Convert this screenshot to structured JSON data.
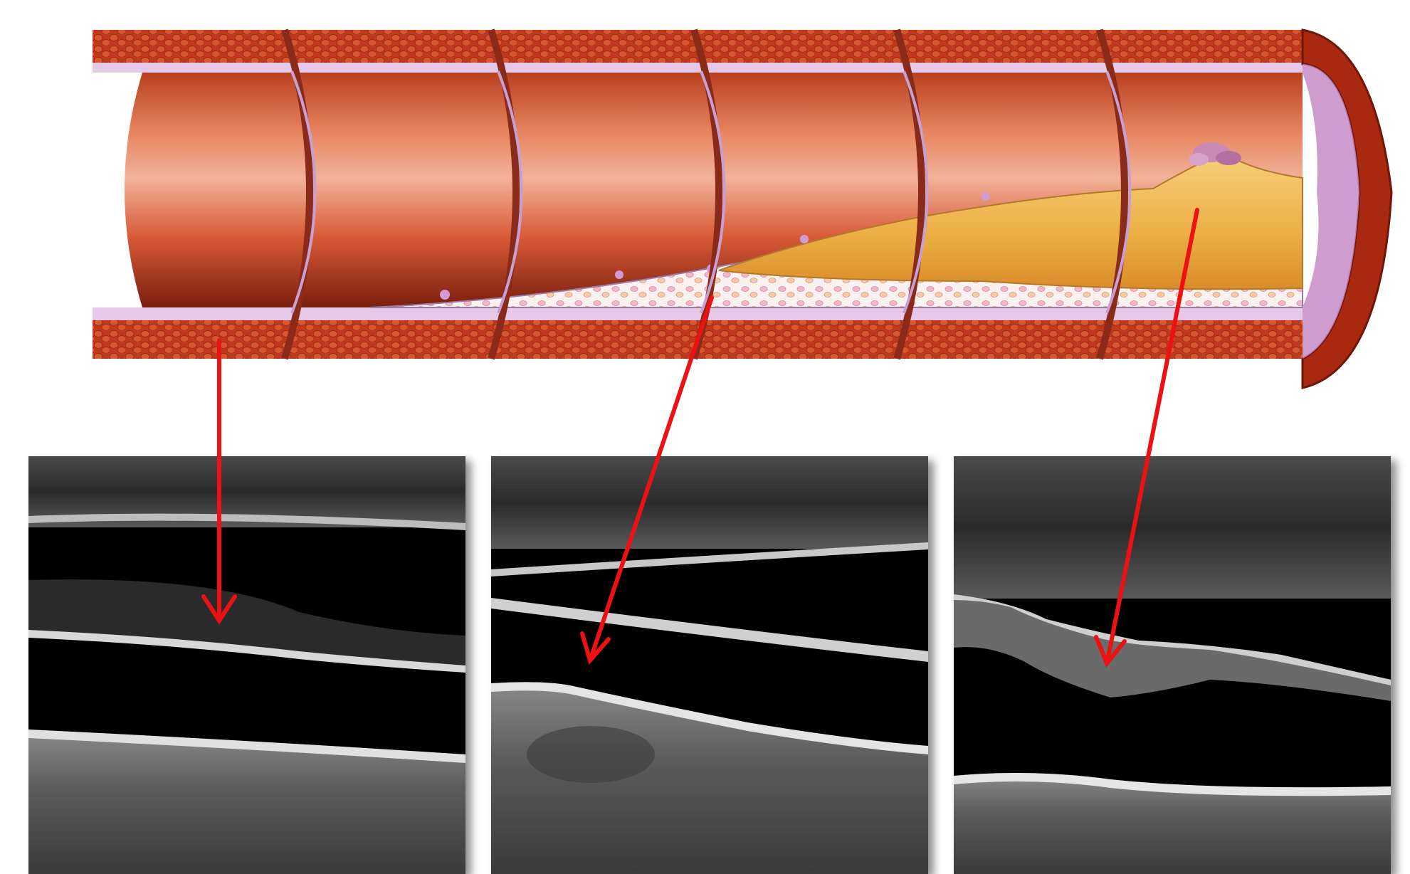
{
  "figure": {
    "subject": "artery-atherosclerosis-progression",
    "artery_segments": 6,
    "ultrasound_panels": [
      {
        "id": "normal-wall",
        "stage": "normal"
      },
      {
        "id": "wall-thickening",
        "stage": "early-plaque"
      },
      {
        "id": "advanced-plaque",
        "stage": "advanced"
      }
    ],
    "colors": {
      "arrow": "#ee1111",
      "artery_outer": "#b5321a",
      "artery_lumen": "#e0694a",
      "intima": "#c8a2d8",
      "plaque": "#f0b549",
      "foam_cells": "#f6c9d4",
      "ultrasound_black": "#000000",
      "ultrasound_grey": "#9a9a9a"
    },
    "icons": [
      "arrow-down-icon"
    ]
  }
}
